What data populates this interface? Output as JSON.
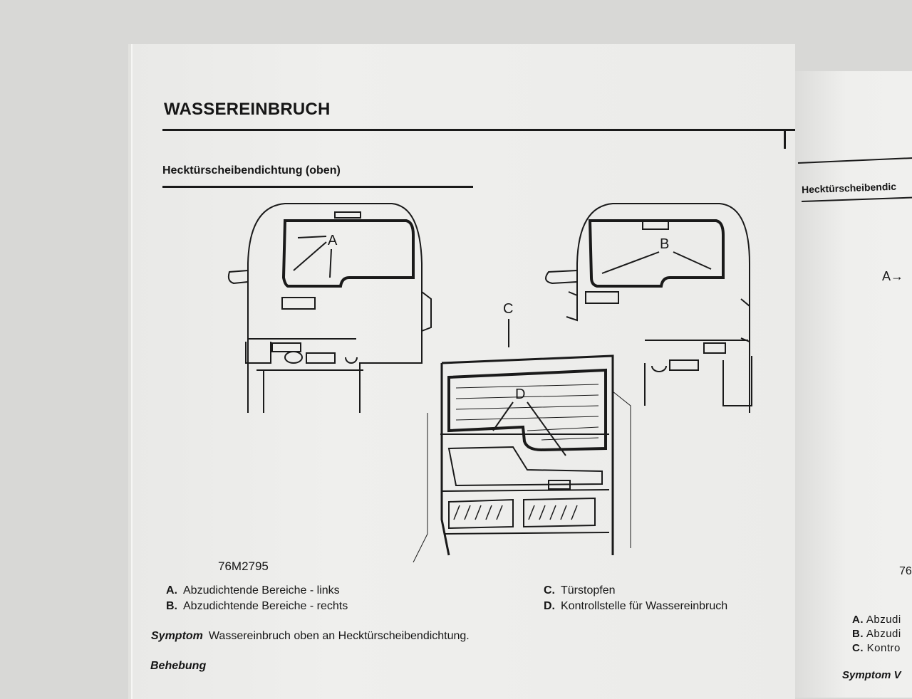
{
  "page": {
    "title": "WASSEREINBRUCH",
    "subtitle": "Hecktürscheibendichtung (oben)",
    "figure": {
      "code": "76M2795",
      "callouts": {
        "A": "A",
        "B": "B",
        "C": "C",
        "D": "D"
      }
    },
    "legend": [
      {
        "key": "A.",
        "text": "Abzudichtende Bereiche - links"
      },
      {
        "key": "B.",
        "text": "Abzudichtende Bereiche - rechts"
      },
      {
        "key": "C.",
        "text": "Türstopfen"
      },
      {
        "key": "D.",
        "text": "Kontrollstelle für Wassereinbruch"
      }
    ],
    "symptom_label": "Symptom",
    "symptom_text": "Wassereinbruch oben an Hecktürscheibendichtung.",
    "remedy_label": "Behebung"
  },
  "facing_page": {
    "subtitle": "Hecktürscheibendic",
    "callout": "A",
    "figure_code": "76",
    "legend": [
      {
        "key": "A.",
        "text": "Abzudi"
      },
      {
        "key": "B.",
        "text": "Abzudi"
      },
      {
        "key": "C.",
        "text": "Kontro"
      }
    ],
    "symptom": "Symptom V"
  }
}
